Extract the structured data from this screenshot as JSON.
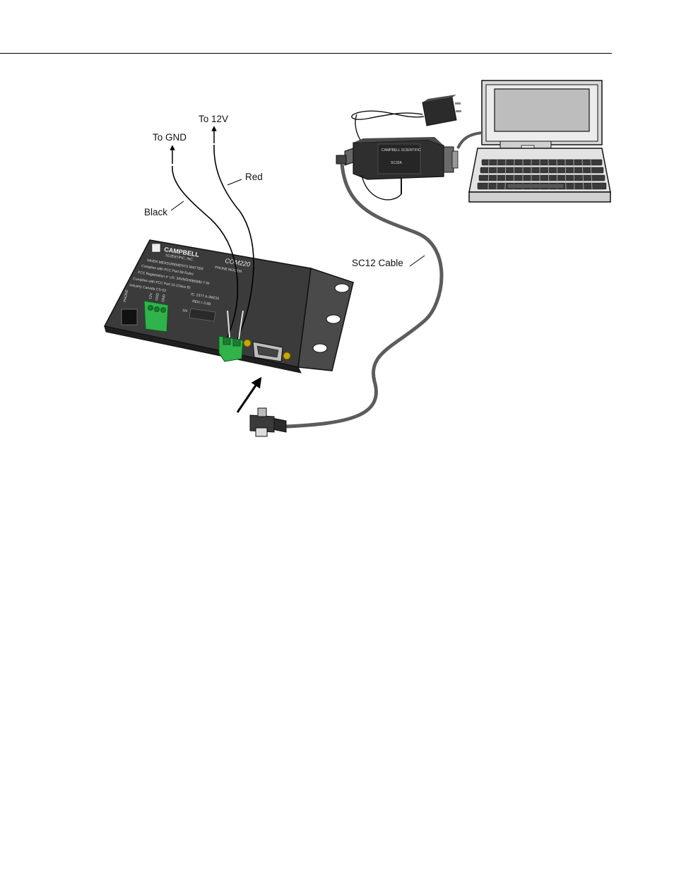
{
  "labels": {
    "to_12v": "To 12V",
    "to_gnd": "To GND",
    "red": "Red",
    "black": "Black",
    "sc12_cable": "SC12 Cable"
  },
  "modem": {
    "brand": "CAMPBELL",
    "brand_sub": "SCIENTIFIC, INC.",
    "tagline": "WHEN MEASUREMENTS MATTER",
    "model": "COM220",
    "model_sub": "PHONE MODEM",
    "line1": "Complies with FCC Part 68 Rules",
    "line2": "FCC Registration #: US: 3AVMD06B6580 T-W",
    "line3": "Complies with FCC Part 15 (Class B)",
    "line4": "Industry Canada   CS-03",
    "line5": "IC: 2377 A-3M210",
    "line6": "REN = 0.6B",
    "sn": "SN",
    "phone_port": "PHONE",
    "terminals": [
      "12V",
      "GND",
      "GND"
    ]
  },
  "interface": {
    "model": "SC32A",
    "brand": "CAMPBELL SCIENTIFIC"
  },
  "colors": {
    "device_body": "#3b3b3b",
    "terminal_green": "#2fb34a",
    "cable": "#5a5a5a",
    "wire_red": "#cccccc"
  }
}
